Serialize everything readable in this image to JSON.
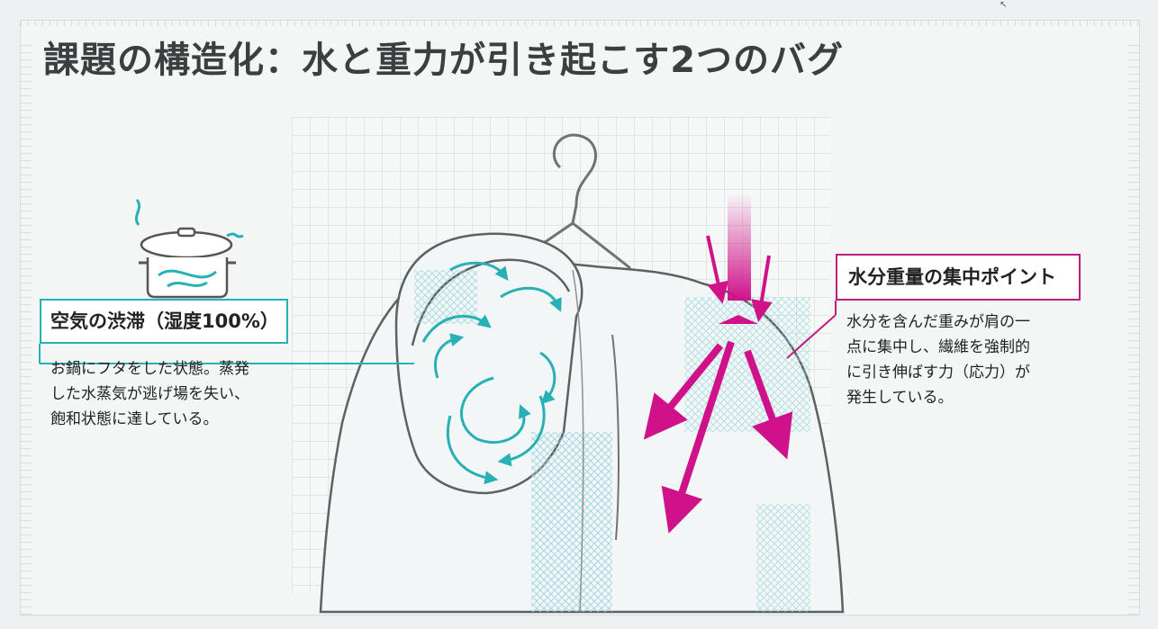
{
  "title": "課題の構造化：水と重力が引き起こす2つのバグ",
  "left_callout": {
    "label": "空気の渋滞（湿度100%）",
    "description_lines": [
      "お鍋にフタをした状態。蒸発",
      "した水蒸気が逃げ場を失い、",
      "飽和状態に達している。"
    ],
    "accent_color": "#27b0b5",
    "icon": "steaming-pot-icon"
  },
  "right_callout": {
    "label": "水分重量の集中ポイント",
    "description_lines": [
      "水分を含んだ重みが肩の一",
      "点に集中し、繊維を強制的",
      "に引き伸ばす力（応力）が",
      "発生している。"
    ],
    "accent_color": "#c01c7e"
  },
  "illustration": {
    "subject": "hoodie-on-hanger",
    "humid-air-color": "#27b0b5",
    "stress-arrow-color": "#d0128a"
  }
}
